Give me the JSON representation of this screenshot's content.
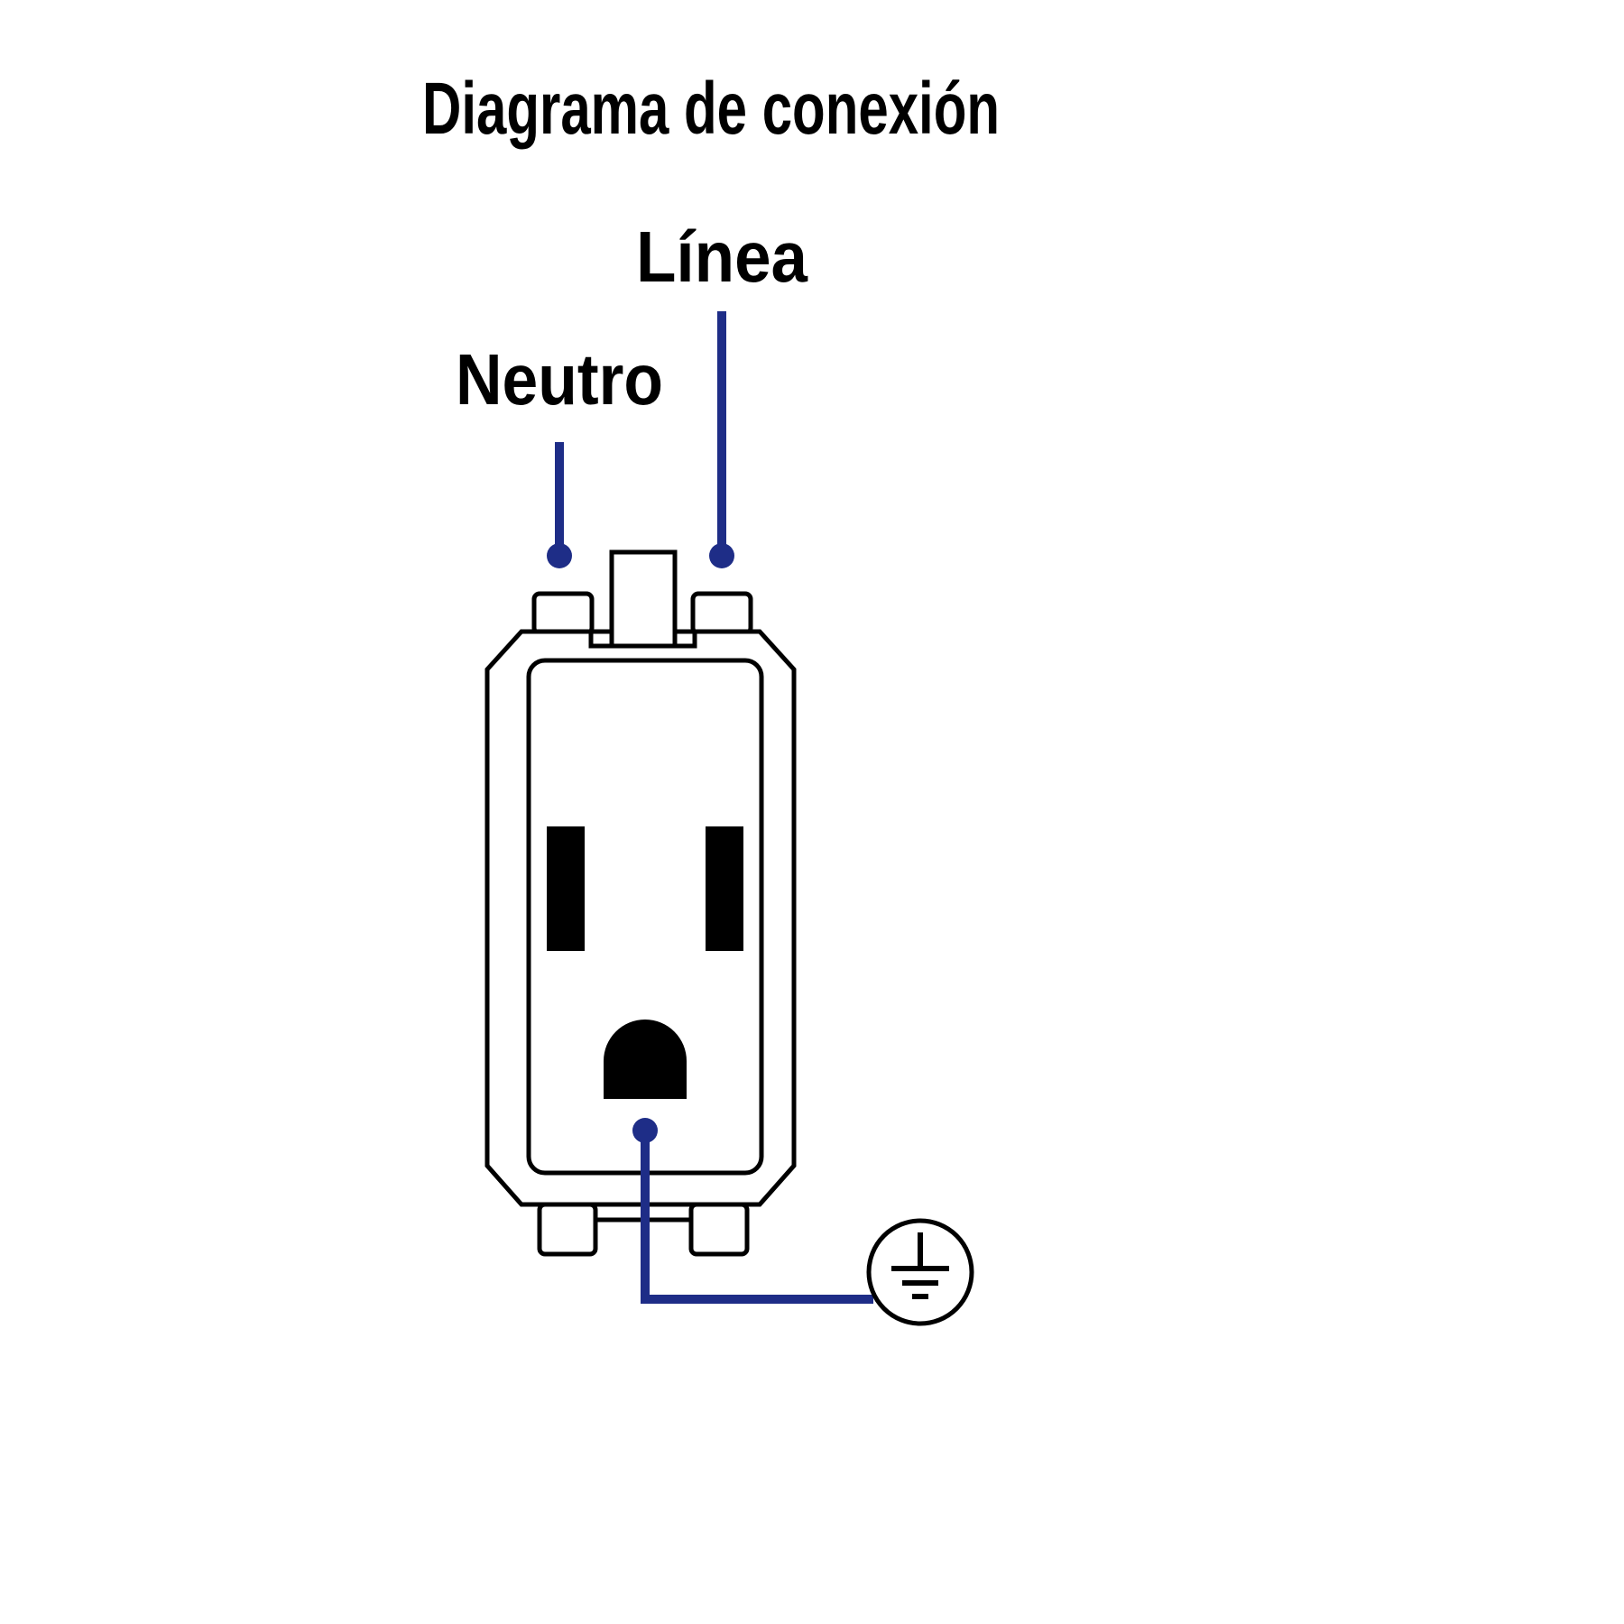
{
  "title": "Diagrama de conexión",
  "labels": {
    "line": "Línea",
    "neutral": "Neutro"
  },
  "colors": {
    "wire": "#1e2d87",
    "outline": "#000000",
    "background": "#ffffff"
  },
  "icons": {
    "ground_symbol": "earth-ground-icon"
  }
}
